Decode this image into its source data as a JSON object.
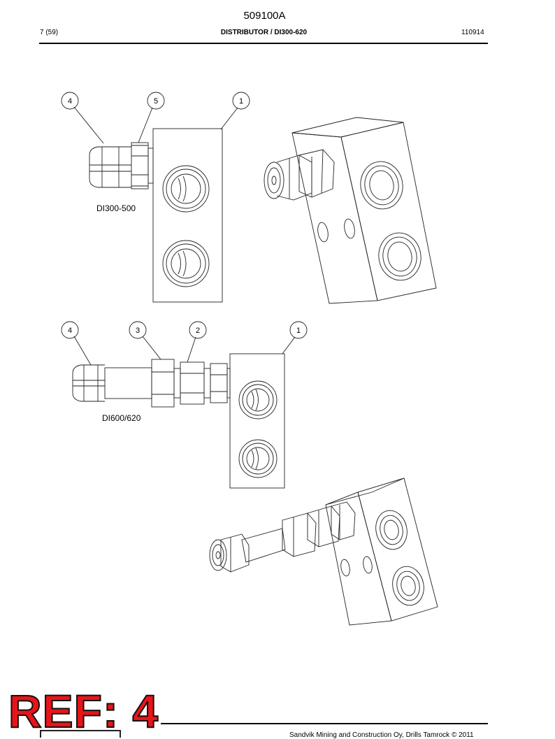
{
  "header": {
    "doc_number": "509100A",
    "page": "7 (59)",
    "title": "DISTRIBUTOR / DI300-620",
    "date_code": "110914"
  },
  "figures": {
    "top": {
      "label": "DI300-500",
      "callouts": [
        "4",
        "5",
        "1"
      ]
    },
    "bottom": {
      "label": "DI600/620",
      "callouts": [
        "4",
        "3",
        "2",
        "1"
      ]
    }
  },
  "stamp": {
    "text": "REF: 4",
    "color": "#e8141a"
  },
  "footer": {
    "text": "Sandvik Mining and Construction Oy, Drills Tamrock © 2011"
  }
}
